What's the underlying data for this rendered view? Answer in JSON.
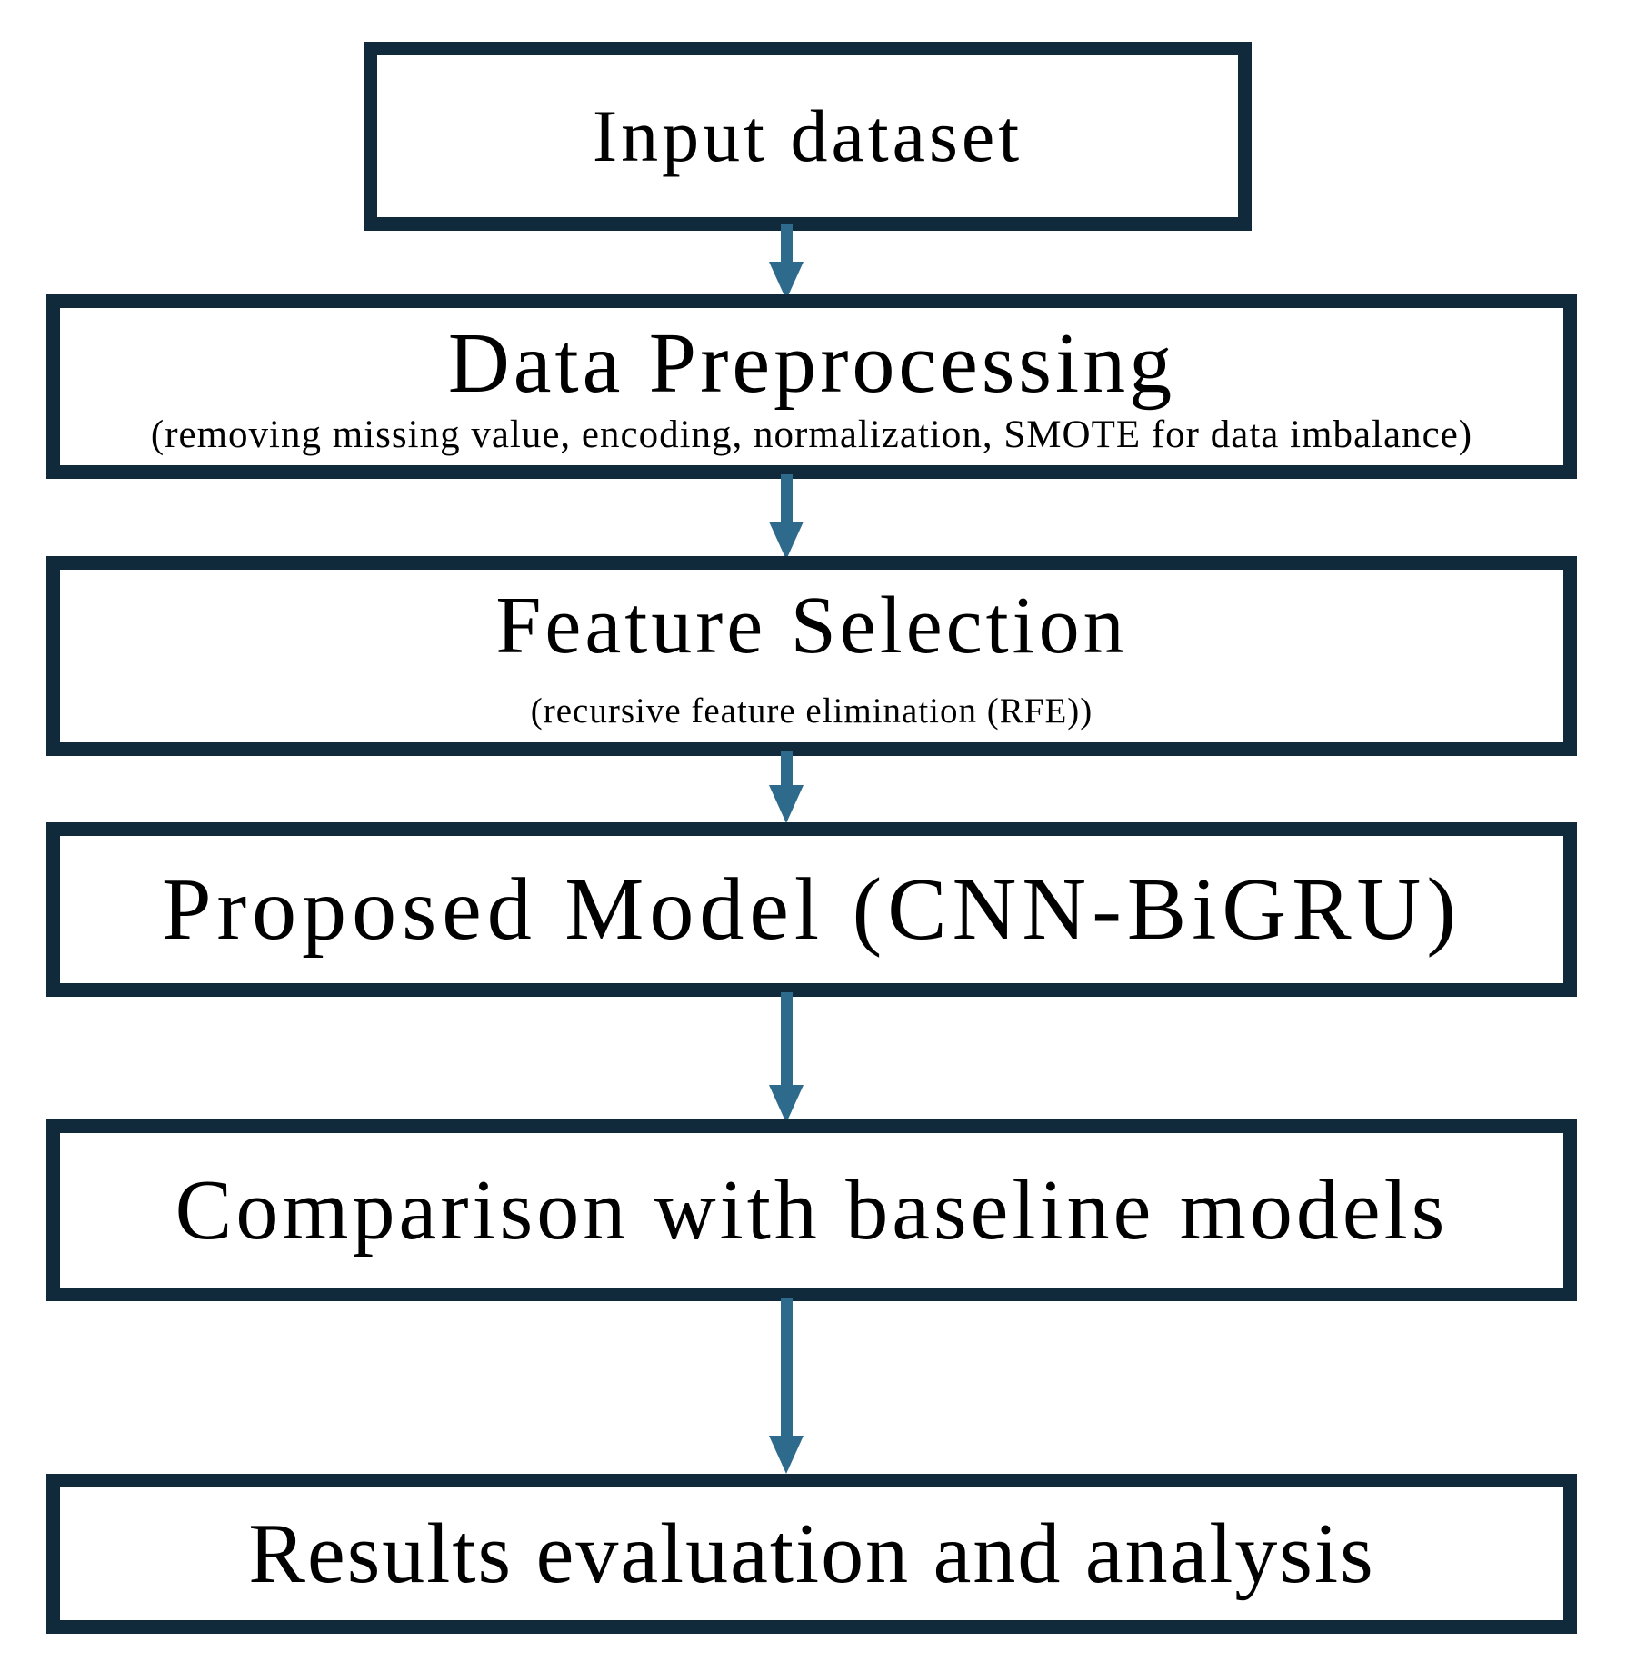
{
  "diagram": {
    "type": "flowchart",
    "colors": {
      "background": "#ffffff",
      "box_border": "#102a3c",
      "arrow": "#2d6a8b",
      "text": "#000000"
    },
    "nodes": [
      {
        "id": "input-dataset",
        "title": "Input dataset"
      },
      {
        "id": "data-preprocessing",
        "title": "Data Preprocessing",
        "subtitle": "(removing missing value, encoding, normalization, SMOTE for data imbalance)"
      },
      {
        "id": "feature-selection",
        "title": "Feature Selection",
        "subtitle": "(recursive feature elimination (RFE))"
      },
      {
        "id": "proposed-model",
        "title": "Proposed Model (CNN-BiGRU)"
      },
      {
        "id": "comparison",
        "title": "Comparison with baseline models"
      },
      {
        "id": "results",
        "title": "Results evaluation and analysis"
      }
    ],
    "edges": [
      {
        "from": "input-dataset",
        "to": "data-preprocessing"
      },
      {
        "from": "data-preprocessing",
        "to": "feature-selection"
      },
      {
        "from": "feature-selection",
        "to": "proposed-model"
      },
      {
        "from": "proposed-model",
        "to": "comparison"
      },
      {
        "from": "comparison",
        "to": "results"
      }
    ]
  }
}
